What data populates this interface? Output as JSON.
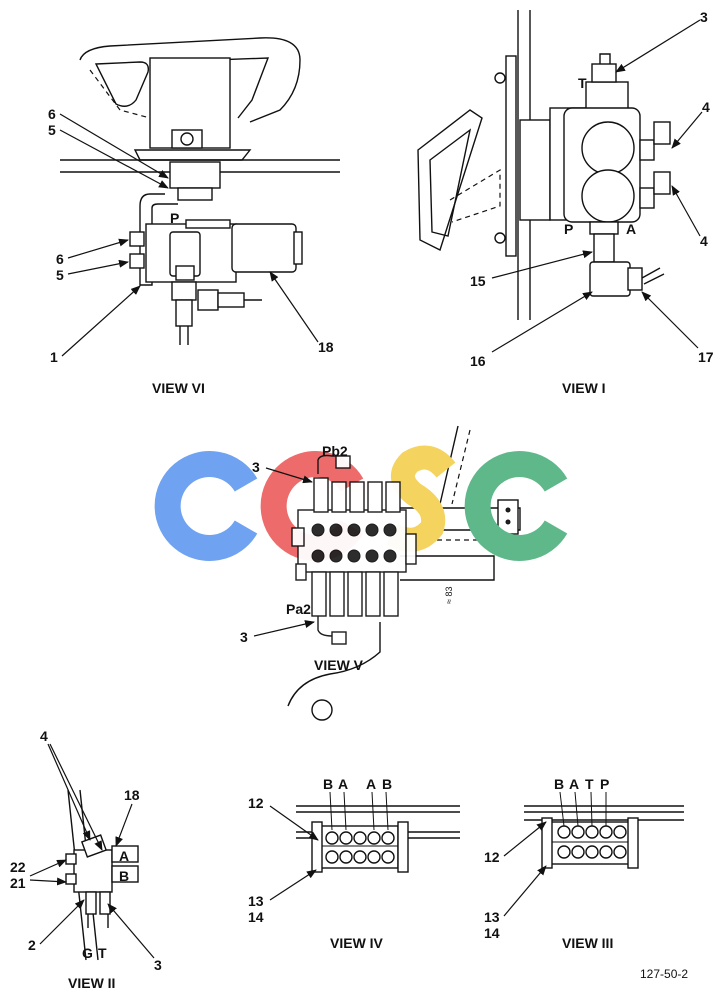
{
  "logo": {
    "text": "CCSC",
    "letters": [
      "C",
      "C",
      "S",
      "C"
    ],
    "colors": [
      "#6fa2f0",
      "#ee6b6b",
      "#f4d35e",
      "#5fb88a"
    ]
  },
  "views": {
    "view_vi": {
      "title": "VIEW VI",
      "port_p": "P",
      "callouts": [
        "6",
        "5",
        "6",
        "5",
        "1",
        "18"
      ]
    },
    "view_i": {
      "title": "VIEW I",
      "port_t": "T",
      "port_p": "P",
      "port_a": "A",
      "callouts": [
        "3",
        "4",
        "4",
        "15",
        "16",
        "17"
      ]
    },
    "view_v": {
      "title": "VIEW V",
      "port_pb2": "Pb2",
      "port_pa2": "Pa2",
      "callouts": [
        "3",
        "3"
      ],
      "small_mark": "≈ 83"
    },
    "view_ii": {
      "title": "VIEW II",
      "port_a": "A",
      "port_b": "B",
      "port_g": "G",
      "port_t": "T",
      "callouts": [
        "4",
        "18",
        "22",
        "21",
        "2",
        "3"
      ]
    },
    "view_iv": {
      "title": "VIEW IV",
      "port_labels": [
        "B",
        "A",
        "A",
        "B"
      ],
      "callouts": [
        "12",
        "13",
        "14"
      ]
    },
    "view_iii": {
      "title": "VIEW III",
      "port_labels": [
        "B",
        "A",
        "T",
        "P"
      ],
      "callouts": [
        "12",
        "13",
        "14"
      ]
    }
  },
  "drawing_number": "127-50-2"
}
